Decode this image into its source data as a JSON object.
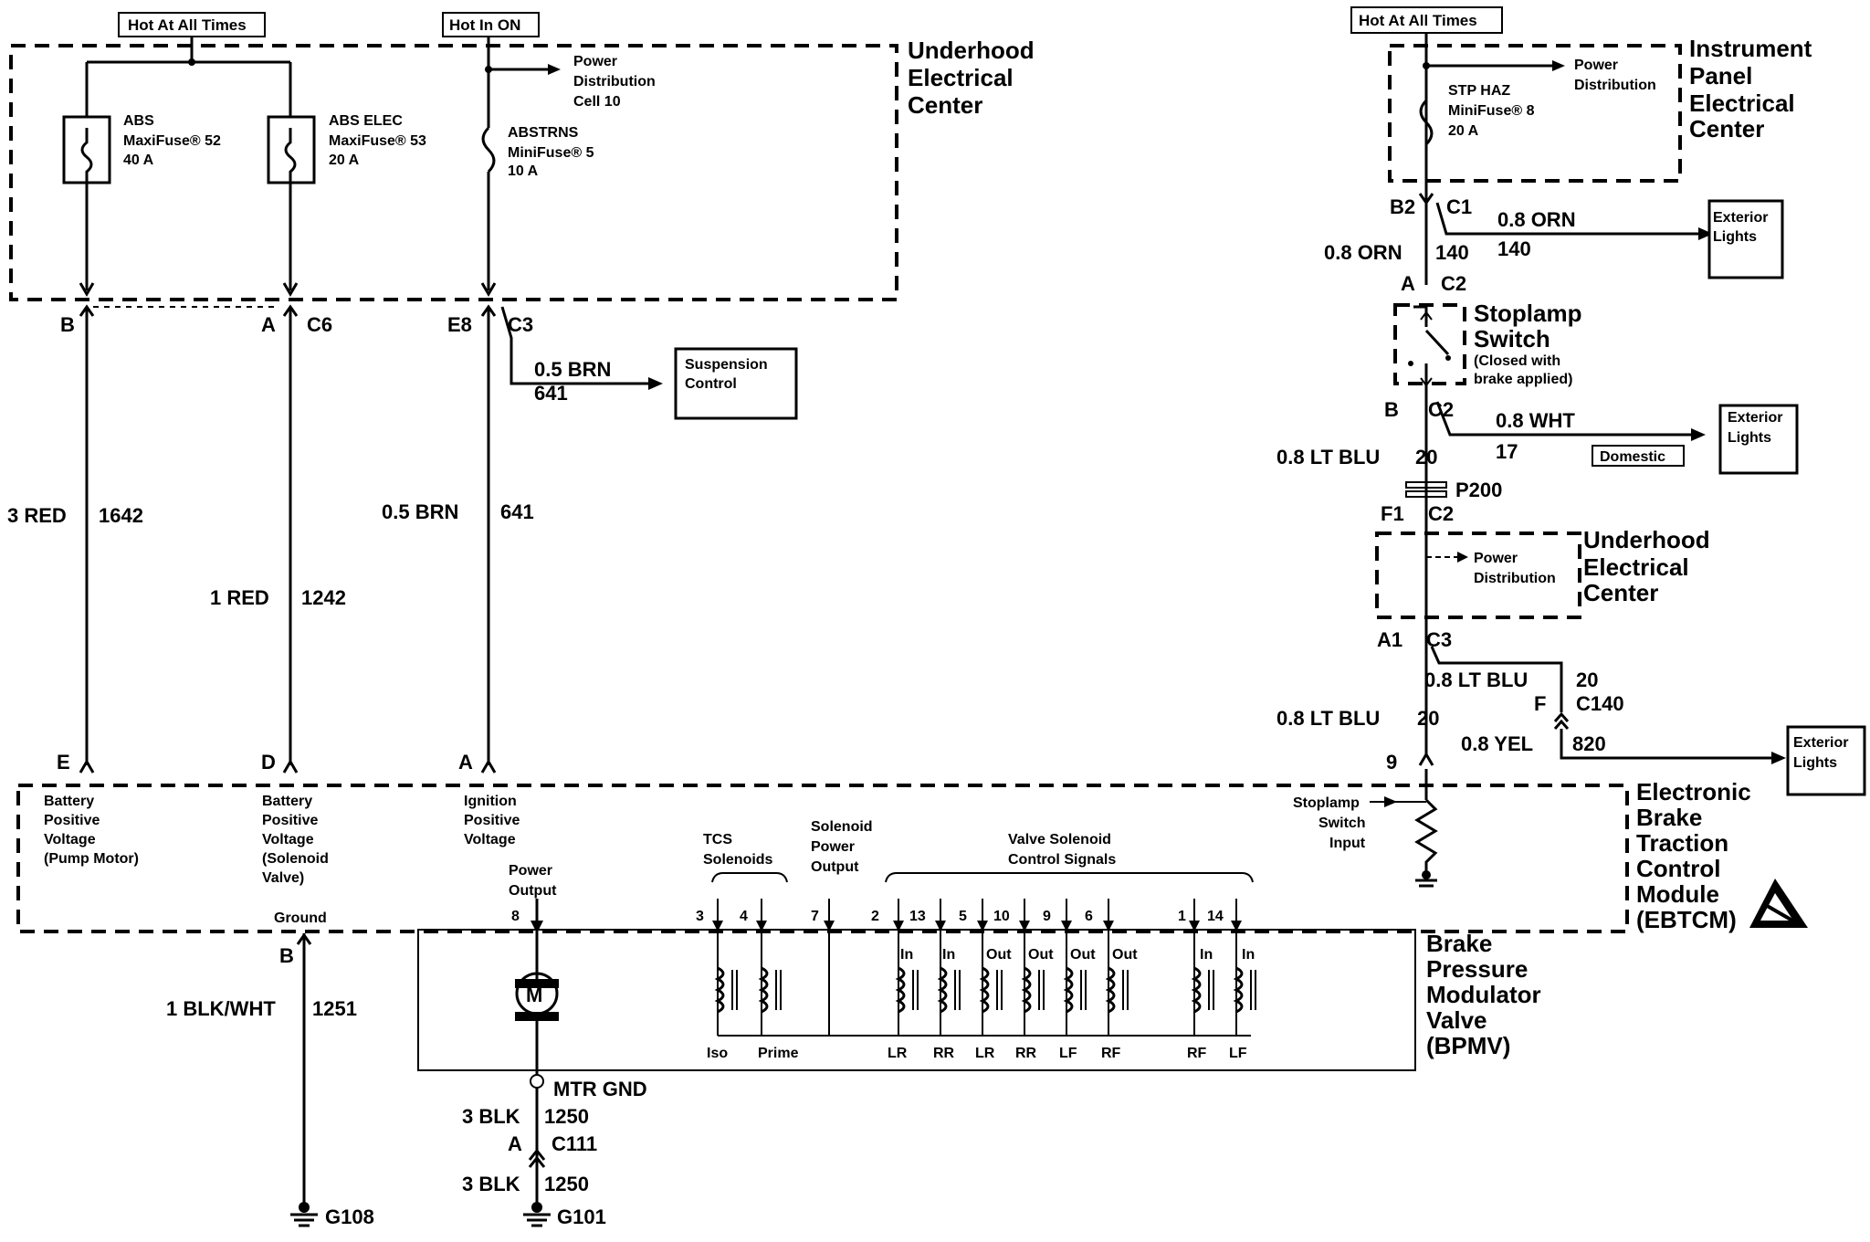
{
  "power_sources": {
    "hot_all_times_left": "Hot At All Times",
    "hot_in_on": "Hot In ON",
    "hot_all_times_right": "Hot At All Times"
  },
  "underhood": {
    "label1": "Underhood",
    "label2": "Electrical",
    "label3": "Center",
    "power_dist1": "Power",
    "power_dist2": "Distribution",
    "power_dist3": "Cell 10",
    "fuse_abs": {
      "l1": "ABS",
      "l2": "MaxiFuse® 52",
      "l3": "40 A"
    },
    "fuse_abs_elec": {
      "l1": "ABS ELEC",
      "l2": "MaxiFuse® 53",
      "l3": "20 A"
    },
    "fuse_abstrns": {
      "l1": "ABSTRNS",
      "l2": "MiniFuse® 5",
      "l3": "10 A"
    }
  },
  "ipec": {
    "l1": "Instrument",
    "l2": "Panel",
    "l3": "Electrical",
    "l4": "Center",
    "power1": "Power",
    "power2": "Distribution",
    "fuse": {
      "l1": "STP HAZ",
      "l2": "MiniFuse® 8",
      "l3": "20 A"
    }
  },
  "connectors": {
    "b": "B",
    "a": "A",
    "c6": "C6",
    "e8": "E8",
    "c3": "C3",
    "b2": "B2",
    "c1": "C1",
    "a_r": "A",
    "c2": "C2",
    "b_r": "B",
    "c2b": "C2",
    "p200": "P200",
    "f1": "F1",
    "c2c": "C2",
    "a1": "A1",
    "c3b": "C3",
    "f": "F",
    "c140": "C140",
    "nine": "9",
    "e": "E",
    "d": "D",
    "a_m": "A",
    "b_g": "B",
    "a_c111": "A",
    "c111": "C111"
  },
  "wires": {
    "w_3red": "3 RED",
    "w_1642": "1642",
    "w_1red": "1 RED",
    "w_1242": "1242",
    "w_05brn": "0.5 BRN",
    "w_641": "641",
    "w_05brn_b": "0.5 BRN",
    "w_641_b": "641",
    "w_08orn": "0.8 ORN",
    "w_140": "140",
    "w_08orn_r": "0.8 ORN",
    "w_140_r": "140",
    "w_08ltblu": "0.8 LT BLU",
    "w_20": "20",
    "w_08wht": "0.8 WHT",
    "w_17": "17",
    "w_08ltblu2": "0.8 LT BLU",
    "w_20b": "20",
    "w_08ltblu3": "0.8 LT BLU",
    "w_20c": "20",
    "w_08yel": "0.8 YEL",
    "w_820": "820",
    "w_1blkwht": "1 BLK/WHT",
    "w_1251": "1251",
    "w_3blk": "3 BLK",
    "w_1250": "1250",
    "w_3blk2": "3 BLK",
    "w_1250b": "1250"
  },
  "boxes": {
    "susp1": "Suspension",
    "susp2": "Control",
    "ext1a": "Exterior",
    "ext1b": "Lights",
    "ext2a": "Exterior",
    "ext2b": "Lights",
    "domestic": "Domestic",
    "ext3a": "Exterior",
    "ext3b": "Lights"
  },
  "stoplamp": {
    "l1": "Stoplamp",
    "l2": "Switch",
    "l3": "(Closed with",
    "l4": "brake applied)"
  },
  "underhood2": {
    "l1": "Underhood",
    "l2": "Electrical",
    "l3": "Center",
    "p1": "Power",
    "p2": "Distribution"
  },
  "ebtcm": {
    "l1": "Electronic",
    "l2": "Brake",
    "l3": "Traction",
    "l4": "Control",
    "l5": "Module",
    "l6": "(EBTCM)",
    "in_e1": "Battery",
    "in_e2": "Positive",
    "in_e3": "Voltage",
    "in_e4": "(Pump Motor)",
    "in_d1": "Battery",
    "in_d2": "Positive",
    "in_d3": "Voltage",
    "in_d4": "(Solenoid",
    "in_d5": "Valve)",
    "in_a1": "Ignition",
    "in_a2": "Positive",
    "in_a3": "Voltage",
    "ground": "Ground",
    "pout1": "Power",
    "pout2": "Output",
    "tcs1": "TCS",
    "tcs2": "Solenoids",
    "sp1": "Solenoid",
    "sp2": "Power",
    "sp3": "Output",
    "vs1": "Valve Solenoid",
    "vs2": "Control Signals",
    "sl1": "Stoplamp",
    "sl2": "Switch",
    "sl3": "Input"
  },
  "pins": {
    "p8": "8",
    "p3": "3",
    "p4": "4",
    "p7": "7",
    "p2": "2",
    "p13": "13",
    "p5": "5",
    "p10": "10",
    "p9": "9",
    "p6": "6",
    "p1": "1",
    "p14": "14"
  },
  "bpmv": {
    "l1": "Brake",
    "l2": "Pressure",
    "l3": "Modulator",
    "l4": "Valve",
    "l5": "(BPMV)",
    "motor": "M",
    "iso": "Iso",
    "prime": "Prime",
    "lr1": "LR",
    "rr1": "RR",
    "lr2": "LR",
    "rr2": "RR",
    "lf1": "LF",
    "rf1": "RF",
    "rf2": "RF",
    "lf2": "LF",
    "in1": "In",
    "in2": "In",
    "out1": "Out",
    "out2": "Out",
    "out3": "Out",
    "out4": "Out",
    "in3": "In",
    "in4": "In"
  },
  "grounds": {
    "mtr_gnd": "MTR GND",
    "g108": "G108",
    "g101": "G101"
  }
}
